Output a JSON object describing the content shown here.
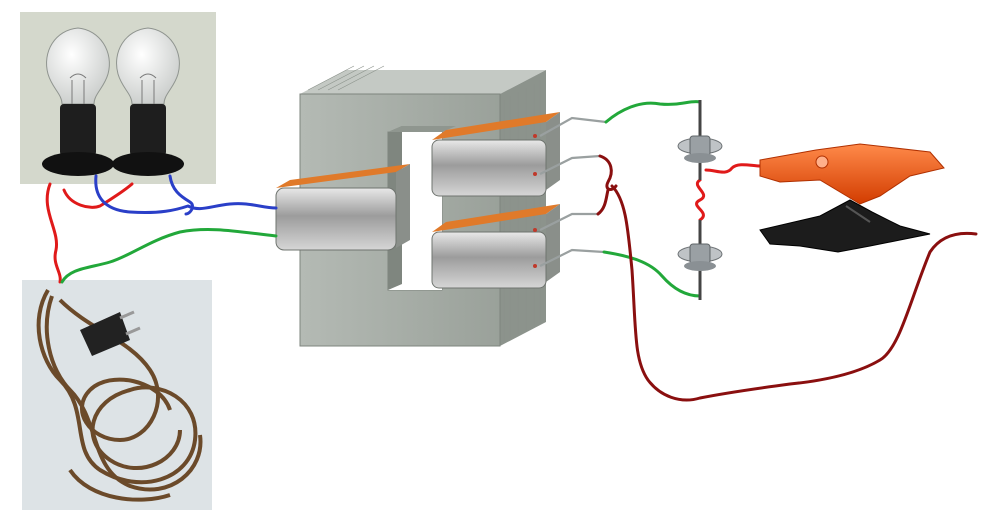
{
  "diagram": {
    "components": [
      {
        "id": "bulbs",
        "icon": "light-bulb-icon",
        "count": 2
      },
      {
        "id": "transformer",
        "icon": "transformer-core-icon",
        "coils": 3
      },
      {
        "id": "power-cord",
        "icon": "plug-icon"
      },
      {
        "id": "terminals",
        "icon": "terminal-bolt-icon",
        "count": 2
      },
      {
        "id": "clips",
        "icon": "alligator-clip-icon",
        "count": 2
      }
    ],
    "colors": {
      "wire_red": "#e01a1a",
      "wire_blue": "#2a3fc8",
      "wire_green": "#22a83a",
      "wire_darkred": "#8a0f0f",
      "coil_copper": "#e07a2a",
      "core_gray": "#a3aba3",
      "clip_red": "#ff5a1a",
      "clip_black": "#1c1c1c",
      "cord_brown": "#6b4a2a"
    }
  }
}
